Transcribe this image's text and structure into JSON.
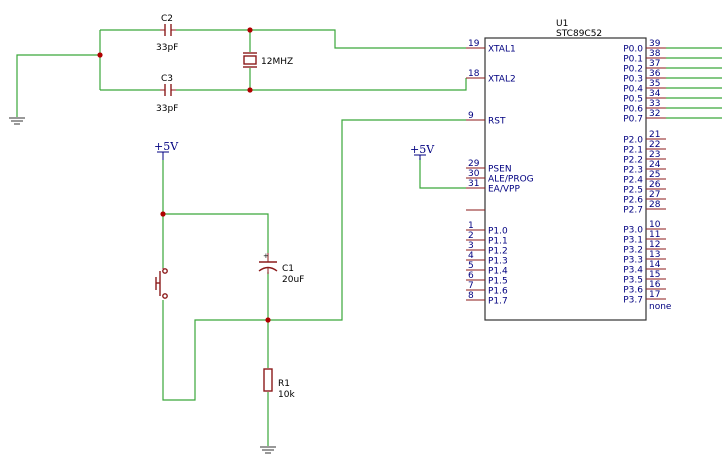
{
  "components": {
    "c2": {
      "ref": "C2",
      "value": "33pF"
    },
    "c3": {
      "ref": "C3",
      "value": "33pF"
    },
    "crystal": {
      "value": "12MHZ"
    },
    "c1": {
      "ref": "C1",
      "value": "20uF"
    },
    "r1": {
      "ref": "R1",
      "value": "10k"
    },
    "power1": "+5V",
    "power2": "+5V"
  },
  "mcu": {
    "ref": "U1",
    "part": "STC89C52",
    "left_pins": [
      {
        "num": "19",
        "name": "XTAL1"
      },
      {
        "num": "18",
        "name": "XTAL2"
      },
      {
        "num": "9",
        "name": "RST"
      },
      {
        "num": "29",
        "name": "PSEN"
      },
      {
        "num": "30",
        "name": "ALE/PROG"
      },
      {
        "num": "31",
        "name": "EA/VPP"
      },
      {
        "num": "1",
        "name": "P1.0"
      },
      {
        "num": "2",
        "name": "P1.1"
      },
      {
        "num": "3",
        "name": "P1.2"
      },
      {
        "num": "4",
        "name": "P1.3"
      },
      {
        "num": "5",
        "name": "P1.4"
      },
      {
        "num": "6",
        "name": "P1.5"
      },
      {
        "num": "7",
        "name": "P1.6"
      },
      {
        "num": "8",
        "name": "P1.7"
      }
    ],
    "right_pins": [
      {
        "num": "39",
        "name": "P0.0"
      },
      {
        "num": "38",
        "name": "P0.1"
      },
      {
        "num": "37",
        "name": "P0.2"
      },
      {
        "num": "36",
        "name": "P0.3"
      },
      {
        "num": "35",
        "name": "P0.4"
      },
      {
        "num": "34",
        "name": "P0.5"
      },
      {
        "num": "33",
        "name": "P0.6"
      },
      {
        "num": "32",
        "name": "P0.7"
      },
      {
        "num": "21",
        "name": "P2.0"
      },
      {
        "num": "22",
        "name": "P2.1"
      },
      {
        "num": "23",
        "name": "P2.2"
      },
      {
        "num": "24",
        "name": "P2.3"
      },
      {
        "num": "25",
        "name": "P2.4"
      },
      {
        "num": "26",
        "name": "P2.5"
      },
      {
        "num": "27",
        "name": "P2.6"
      },
      {
        "num": "28",
        "name": "P2.7"
      },
      {
        "num": "10",
        "name": "P3.0"
      },
      {
        "num": "11",
        "name": "P3.1"
      },
      {
        "num": "12",
        "name": "P3.2"
      },
      {
        "num": "13",
        "name": "P3.3"
      },
      {
        "num": "14",
        "name": "P3.4"
      },
      {
        "num": "15",
        "name": "P3.5"
      },
      {
        "num": "16",
        "name": "P3.6"
      },
      {
        "num": "17",
        "name": "P3.7"
      }
    ],
    "extra_label": "none"
  },
  "colors": {
    "wire": "#3aa63a",
    "component": "#8b1a1a",
    "text": "#000080",
    "junction": "#b00000"
  }
}
